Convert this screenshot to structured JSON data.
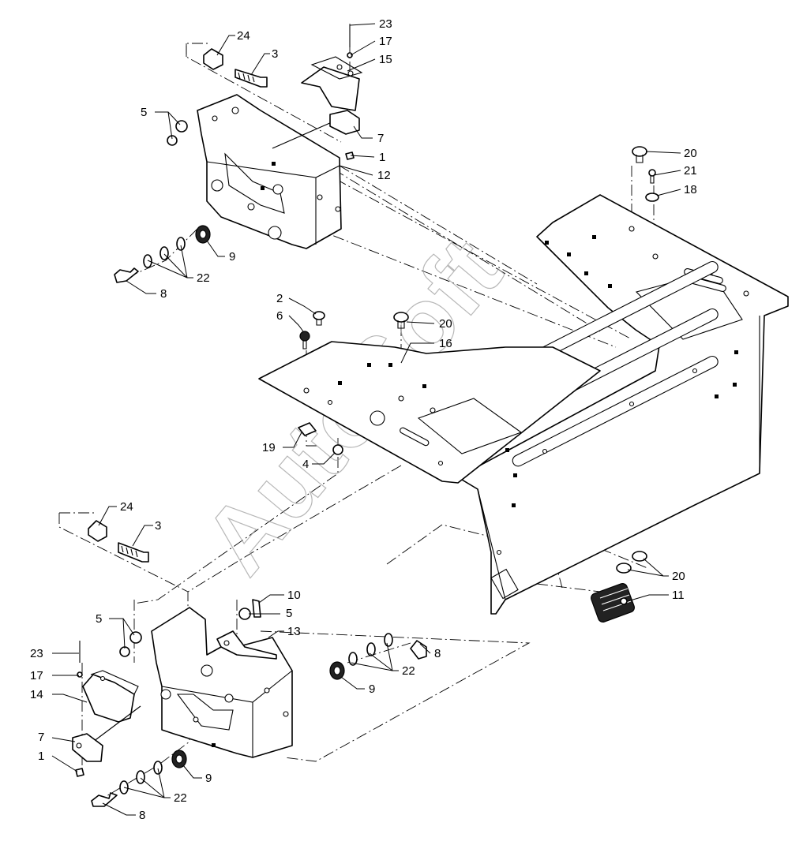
{
  "watermark": "AutoSoft",
  "callouts": [
    {
      "id": "c24a",
      "text": "24"
    },
    {
      "id": "c3a",
      "text": "3"
    },
    {
      "id": "c23a",
      "text": "23"
    },
    {
      "id": "c17a",
      "text": "17"
    },
    {
      "id": "c15",
      "text": "15"
    },
    {
      "id": "c5a",
      "text": "5"
    },
    {
      "id": "c7a",
      "text": "7"
    },
    {
      "id": "c1a",
      "text": "1"
    },
    {
      "id": "c12",
      "text": "12"
    },
    {
      "id": "c9a",
      "text": "9"
    },
    {
      "id": "c22a",
      "text": "22"
    },
    {
      "id": "c8a",
      "text": "8"
    },
    {
      "id": "c20a",
      "text": "20"
    },
    {
      "id": "c21",
      "text": "21"
    },
    {
      "id": "c18",
      "text": "18"
    },
    {
      "id": "c2",
      "text": "2"
    },
    {
      "id": "c6",
      "text": "6"
    },
    {
      "id": "c20b",
      "text": "20"
    },
    {
      "id": "c16",
      "text": "16"
    },
    {
      "id": "c19",
      "text": "19"
    },
    {
      "id": "c4",
      "text": "4"
    },
    {
      "id": "c24b",
      "text": "24"
    },
    {
      "id": "c3b",
      "text": "3"
    },
    {
      "id": "c10",
      "text": "10"
    },
    {
      "id": "c5b",
      "text": "5"
    },
    {
      "id": "c5c",
      "text": "5"
    },
    {
      "id": "c13",
      "text": "13"
    },
    {
      "id": "c8b",
      "text": "8"
    },
    {
      "id": "c22b",
      "text": "22"
    },
    {
      "id": "c9b",
      "text": "9"
    },
    {
      "id": "c23b",
      "text": "23"
    },
    {
      "id": "c17b",
      "text": "17"
    },
    {
      "id": "c14",
      "text": "14"
    },
    {
      "id": "c7b",
      "text": "7"
    },
    {
      "id": "c1b",
      "text": "1"
    },
    {
      "id": "c9c",
      "text": "9"
    },
    {
      "id": "c22c",
      "text": "22"
    },
    {
      "id": "c8c",
      "text": "8"
    },
    {
      "id": "c20c",
      "text": "20"
    },
    {
      "id": "c11",
      "text": "11"
    }
  ]
}
